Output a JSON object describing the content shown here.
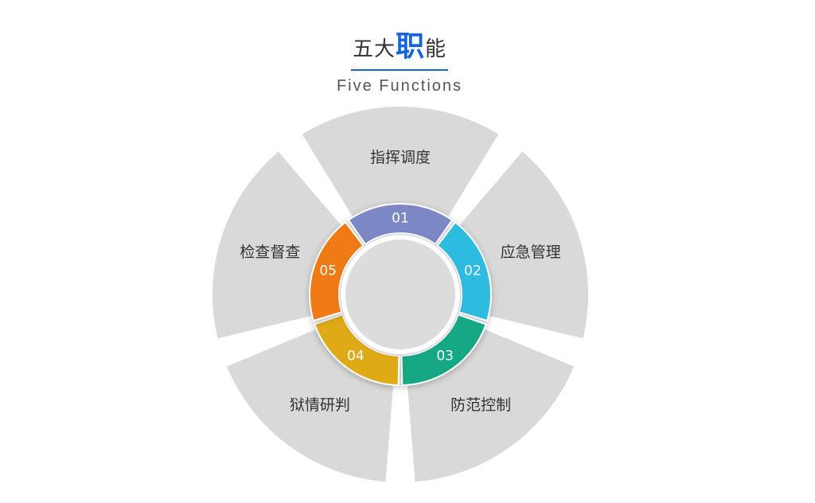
{
  "title": {
    "prefix": "五大",
    "highlight": "职",
    "suffix": "能",
    "subtitle": "Five Functions"
  },
  "segments": [
    {
      "id": "01",
      "label": "指挥调度",
      "color": "#7b87c6"
    },
    {
      "id": "02",
      "label": "应急管理",
      "color": "#2dbbe0"
    },
    {
      "id": "03",
      "label": "防范控制",
      "color": "#17a884"
    },
    {
      "id": "04",
      "label": "狱情研判",
      "color": "#deaa19"
    },
    {
      "id": "05",
      "label": "检查督查",
      "color": "#ef7a14"
    }
  ],
  "colors": {
    "outer_segment": "#d9d9d9",
    "title_accent": "#1565d8",
    "center": "#dcdcdc"
  }
}
